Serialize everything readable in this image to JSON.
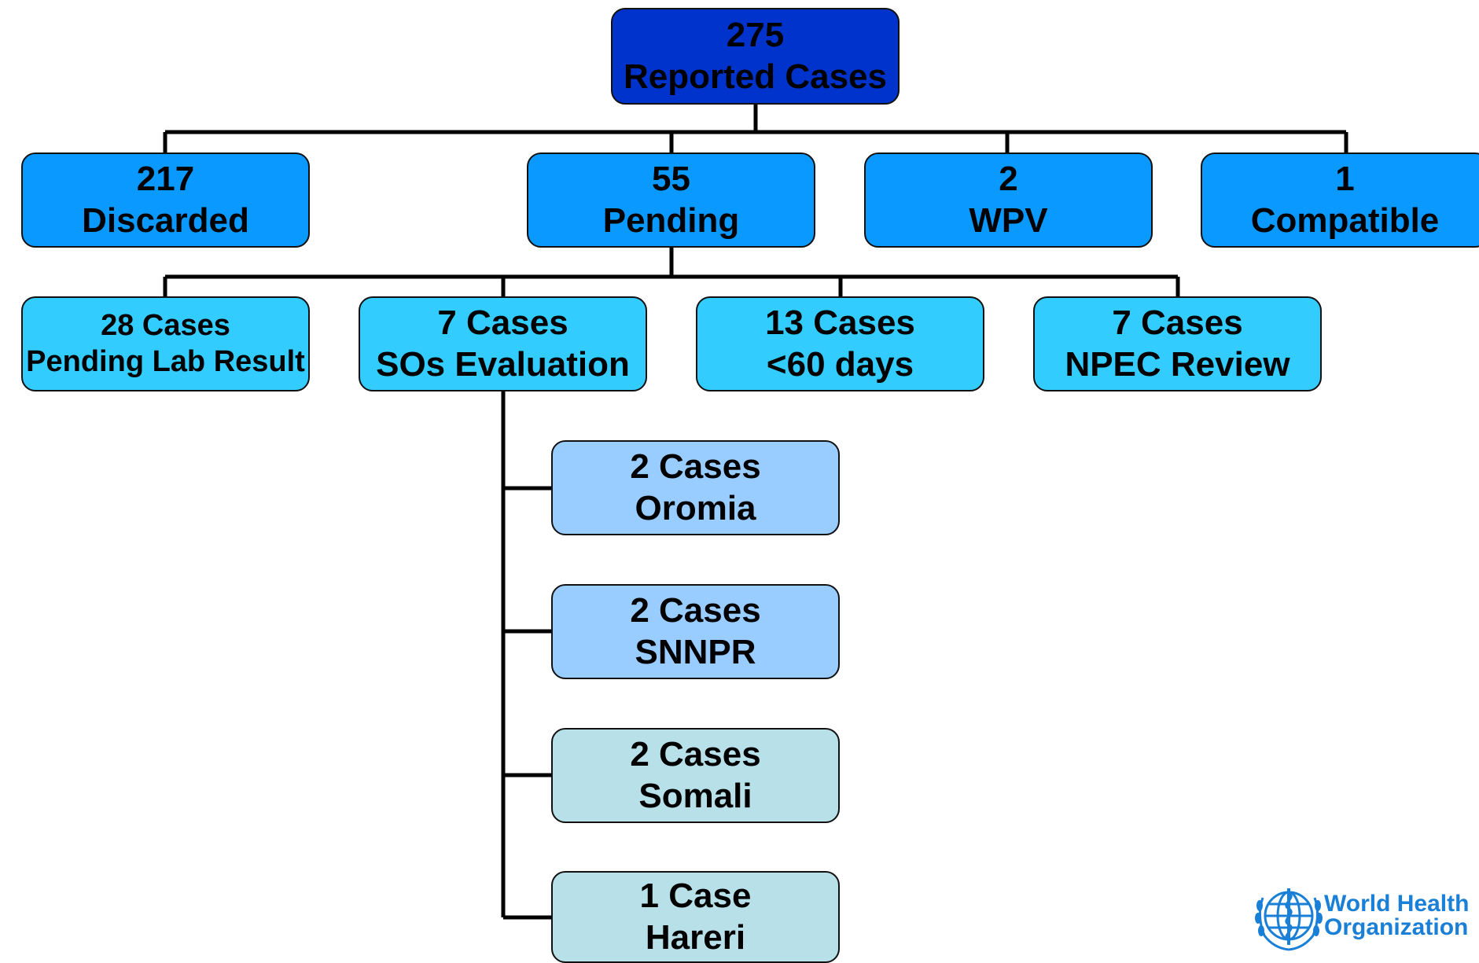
{
  "root": {
    "count": "275",
    "label": "Reported Cases"
  },
  "outcomes": [
    {
      "count": "217",
      "label": "Discarded"
    },
    {
      "count": "55",
      "label": "Pending"
    },
    {
      "count": "2",
      "label": "WPV"
    },
    {
      "count": "1",
      "label": "Compatible"
    }
  ],
  "pending": [
    {
      "count": "28 Cases",
      "label": "Pending Lab Result"
    },
    {
      "count": "7 Cases",
      "label": "SOs Evaluation"
    },
    {
      "count": "13 Cases",
      "label": "<60 days"
    },
    {
      "count": "7 Cases",
      "label": "NPEC Review"
    }
  ],
  "sos_regions": [
    {
      "count": "2 Cases",
      "label": "Oromia"
    },
    {
      "count": "2 Cases",
      "label": "SNNPR"
    },
    {
      "count": "2 Cases",
      "label": "Somali"
    },
    {
      "count": "1 Case",
      "label": "Hareri"
    }
  ],
  "logo": {
    "line1": "World Health",
    "line2": "Organization"
  },
  "colors": {
    "root": "#0033cc",
    "outcome": "#0a99ff",
    "pending": "#33ccff",
    "region_blue": "#99ccff",
    "region_teal": "#b8e0e8",
    "logo": "#1a7fd6"
  }
}
